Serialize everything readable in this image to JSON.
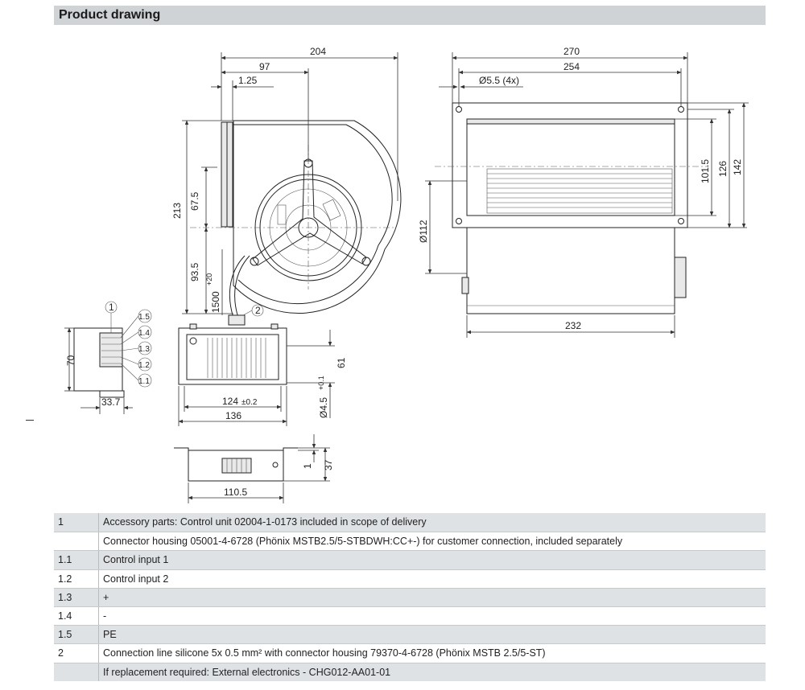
{
  "header": {
    "title": "Product drawing"
  },
  "dimensions": {
    "d204": "204",
    "d97": "97",
    "d125": "1.25",
    "d213": "213",
    "d675": "67.5",
    "d935": "93.5",
    "d1500": "1500",
    "d1500_tol": "+20",
    "d270": "270",
    "d254": "254",
    "d55": "Ø5.5 (4x)",
    "d1015": "101.5",
    "d126": "126",
    "d142": "142",
    "d112": "Ø112",
    "d232": "232",
    "d70": "70",
    "d337": "33.7",
    "d61": "61",
    "d45": "Ø4.5",
    "d45_tol": "+0.1",
    "d124": "124",
    "d124_tol": "±0.2",
    "d136": "136",
    "d1": "1",
    "d37": "37",
    "d1105": "110.5"
  },
  "callouts": [
    "1",
    "1.5",
    "1.4",
    "1.3",
    "1.2",
    "1.1",
    "2"
  ],
  "legend": [
    {
      "num": "1",
      "desc": "Accessory parts: Control unit 02004-1-0173 included in scope of delivery"
    },
    {
      "num": "",
      "desc": "Connector housing 05001-4-6728 (Phönix MSTB2.5/5-STBDWH:CC+-) for customer connection, included separately"
    },
    {
      "num": "1.1",
      "desc": "Control input 1"
    },
    {
      "num": "1.2",
      "desc": "Control input 2"
    },
    {
      "num": "1.3",
      "desc": "+"
    },
    {
      "num": "1.4",
      "desc": "-"
    },
    {
      "num": "1.5",
      "desc": "PE"
    },
    {
      "num": "2",
      "desc": "Connection line silicone 5x 0.5 mm² with connector housing 79370-4-6728 (Phönix MSTB 2.5/5-ST)"
    },
    {
      "num": "",
      "desc": "If replacement required: External electronics - CHG012-AA01-01"
    }
  ]
}
